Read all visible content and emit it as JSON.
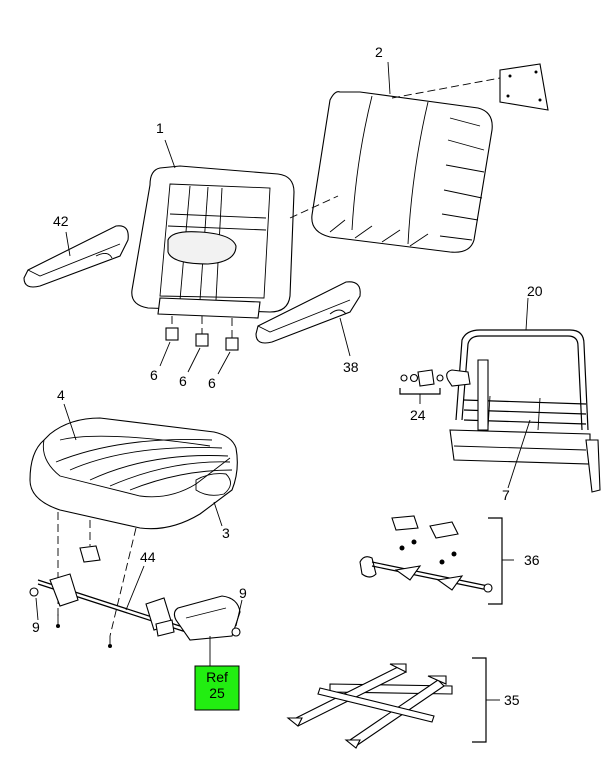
{
  "callouts": {
    "c1": "1",
    "c2": "2",
    "c3": "3",
    "c4": "4",
    "c6a": "6",
    "c6b": "6",
    "c6c": "6",
    "c7": "7",
    "c9a": "9",
    "c9b": "9",
    "c20": "20",
    "c24": "24",
    "c35": "35",
    "c36": "36",
    "c38": "38",
    "c42": "42",
    "c44": "44"
  },
  "ref_box": {
    "line1": "Ref",
    "line2": "25",
    "color": "#22ee11"
  }
}
